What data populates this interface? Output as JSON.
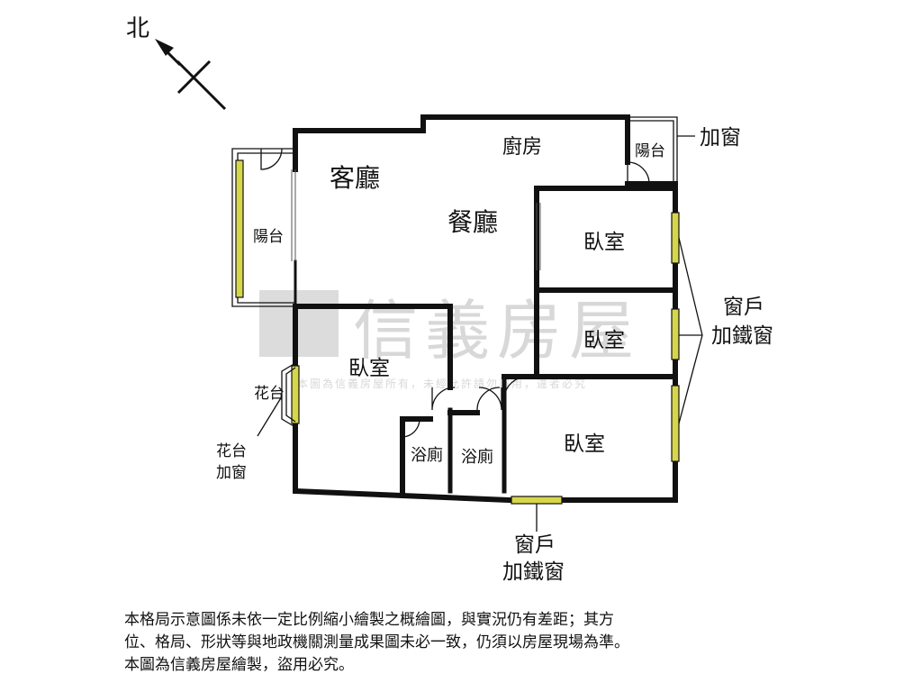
{
  "compass": {
    "north_label": "北"
  },
  "rooms": {
    "living_room": "客廳",
    "kitchen": "廚房",
    "dining_room": "餐廳",
    "balcony_left": "陽台",
    "balcony_right": "陽台",
    "bedroom_left": "臥室",
    "bedroom_top_right": "臥室",
    "bedroom_mid_right": "臥室",
    "bedroom_bottom_right": "臥室",
    "bathroom_1": "浴廁",
    "bathroom_2": "浴廁",
    "flower_bed": "花台"
  },
  "callouts": {
    "added_window": "加窗",
    "flower_bed_line1": "花台",
    "flower_bed_line2": "加窗",
    "window_iron_right_line1": "窗戶",
    "window_iron_right_line2": "加鐵窗",
    "window_iron_bottom_line1": "窗戶",
    "window_iron_bottom_line2": "加鐵窗"
  },
  "watermark": {
    "brand": "信義房屋",
    "notice": "本圖為信義房屋所有，未經允許請勿盜用，違者必究"
  },
  "disclaimer": {
    "line1": "本格局示意圖係未依一定比例縮小繪製之概繪圖，與實況仍有差距；其方",
    "line2": "位、格局、形狀等與地政機關測量成果圖未必一致，仍須以房屋現場為準。",
    "line3": "本圖為信義房屋繪製，盜用必究。"
  },
  "colors": {
    "window_fill": "#d6d64a",
    "wall": "#111111",
    "watermark": "#d8d8d8"
  }
}
